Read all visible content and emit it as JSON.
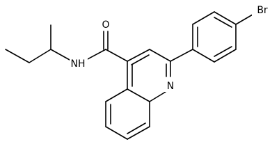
{
  "structure": {
    "atom_labels": {
      "bromine": "Br",
      "carbonyl_oxygen": "O",
      "amide_nitrogen": "NH",
      "ring_nitrogen": "N"
    },
    "colors": {
      "bond": "#000000",
      "label": "#000000",
      "background": "#ffffff"
    }
  }
}
